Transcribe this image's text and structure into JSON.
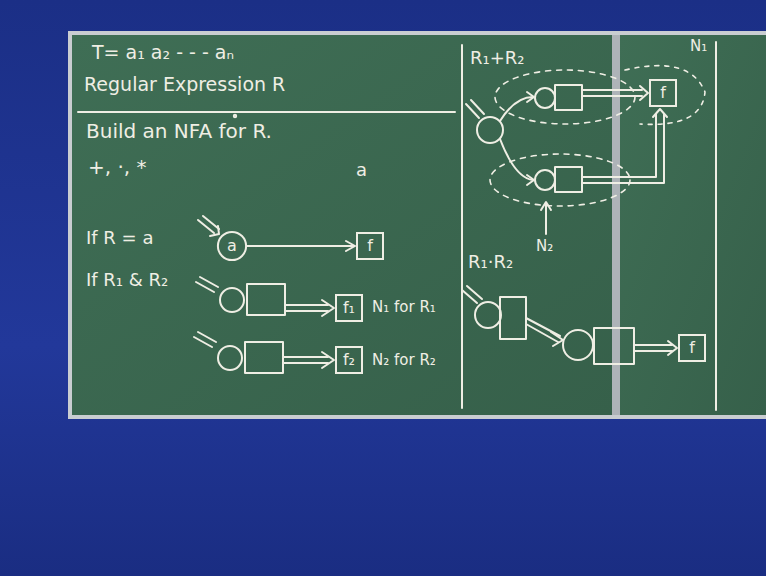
{
  "diagram": {
    "nodes": [
      {
        "text": [
          "a"
        ]
      },
      {
        "text": [
          "f"
        ]
      },
      {
        "text": [
          "f₁"
        ]
      },
      {
        "text": [
          "f₂"
        ]
      },
      {
        "text": [
          "f"
        ]
      },
      {
        "text": [
          "f"
        ]
      }
    ],
    "edges": [
      {
        "from": 0,
        "to": 1,
        "arrow": "to"
      }
    ],
    "labels": [
      "T= a₁ a₂ - - - aₙ",
      "Regular Expression R",
      "Build an NFA for R.",
      "+, ·, *",
      "a",
      "If R = a",
      "If R₁ & R₂",
      "N₁ for R₁",
      "N₂ for R₂",
      "R₁+R₂",
      "N₁",
      "N₂",
      "R₁·R₂"
    ]
  }
}
